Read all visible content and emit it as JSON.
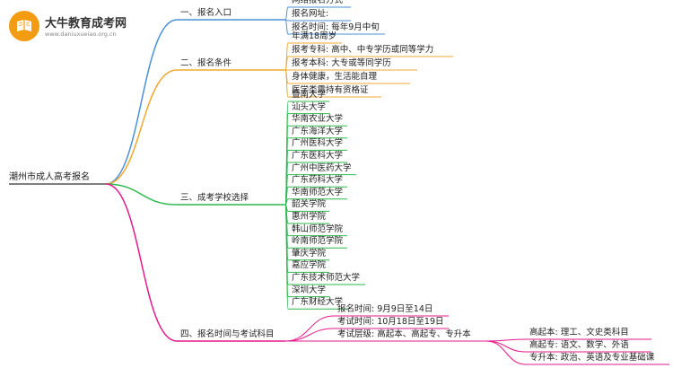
{
  "logo": {
    "name": "大牛教育成考网",
    "url": "www.daniuxueiao.org.cn"
  },
  "root": "潮州市成人高考报名",
  "colors": {
    "branch1": "#4a90d9",
    "branch2": "#f0a830",
    "branch3": "#2db84d",
    "branch4": "#e6198a",
    "logo": "#f39c12"
  },
  "branches": [
    {
      "label": "一、报名入口",
      "children": [
        "网络报名方式",
        "报名网址:",
        "报名时间: 每年9月中旬"
      ]
    },
    {
      "label": "二、报名条件",
      "children": [
        "年满18周岁",
        "报考专科: 高中、中专学历或同等学力",
        "报考本科: 大专或等同学历",
        "身体健康，生活能自理",
        "医学类需持有资格证"
      ]
    },
    {
      "label": "三、成考学校选择",
      "children": [
        "暨南大学",
        "汕头大学",
        "华南农业大学",
        "广东海洋大学",
        "广州医科大学",
        "广东医科大学",
        "广州中医药大学",
        "广东药科大学",
        "华南师范大学",
        "韶关学院",
        "惠州学院",
        "韩山师范学院",
        "岭南师范学院",
        "肇庆学院",
        "嘉应学院",
        "广东技术师范大学",
        "深圳大学",
        "广东财经大学"
      ]
    },
    {
      "label": "四、报名时间与考试科目",
      "children": [
        {
          "label": "报名时间: 9月9日至14日"
        },
        {
          "label": "考试时间: 10月18日至19日"
        },
        {
          "label": "考试层级: 高起本、高起专、专升本",
          "children": [
            "高起本: 理工、文史类科目",
            "高起专: 语文、数学、外语",
            "专升本: 政治、英语及专业基础课"
          ]
        }
      ]
    }
  ]
}
